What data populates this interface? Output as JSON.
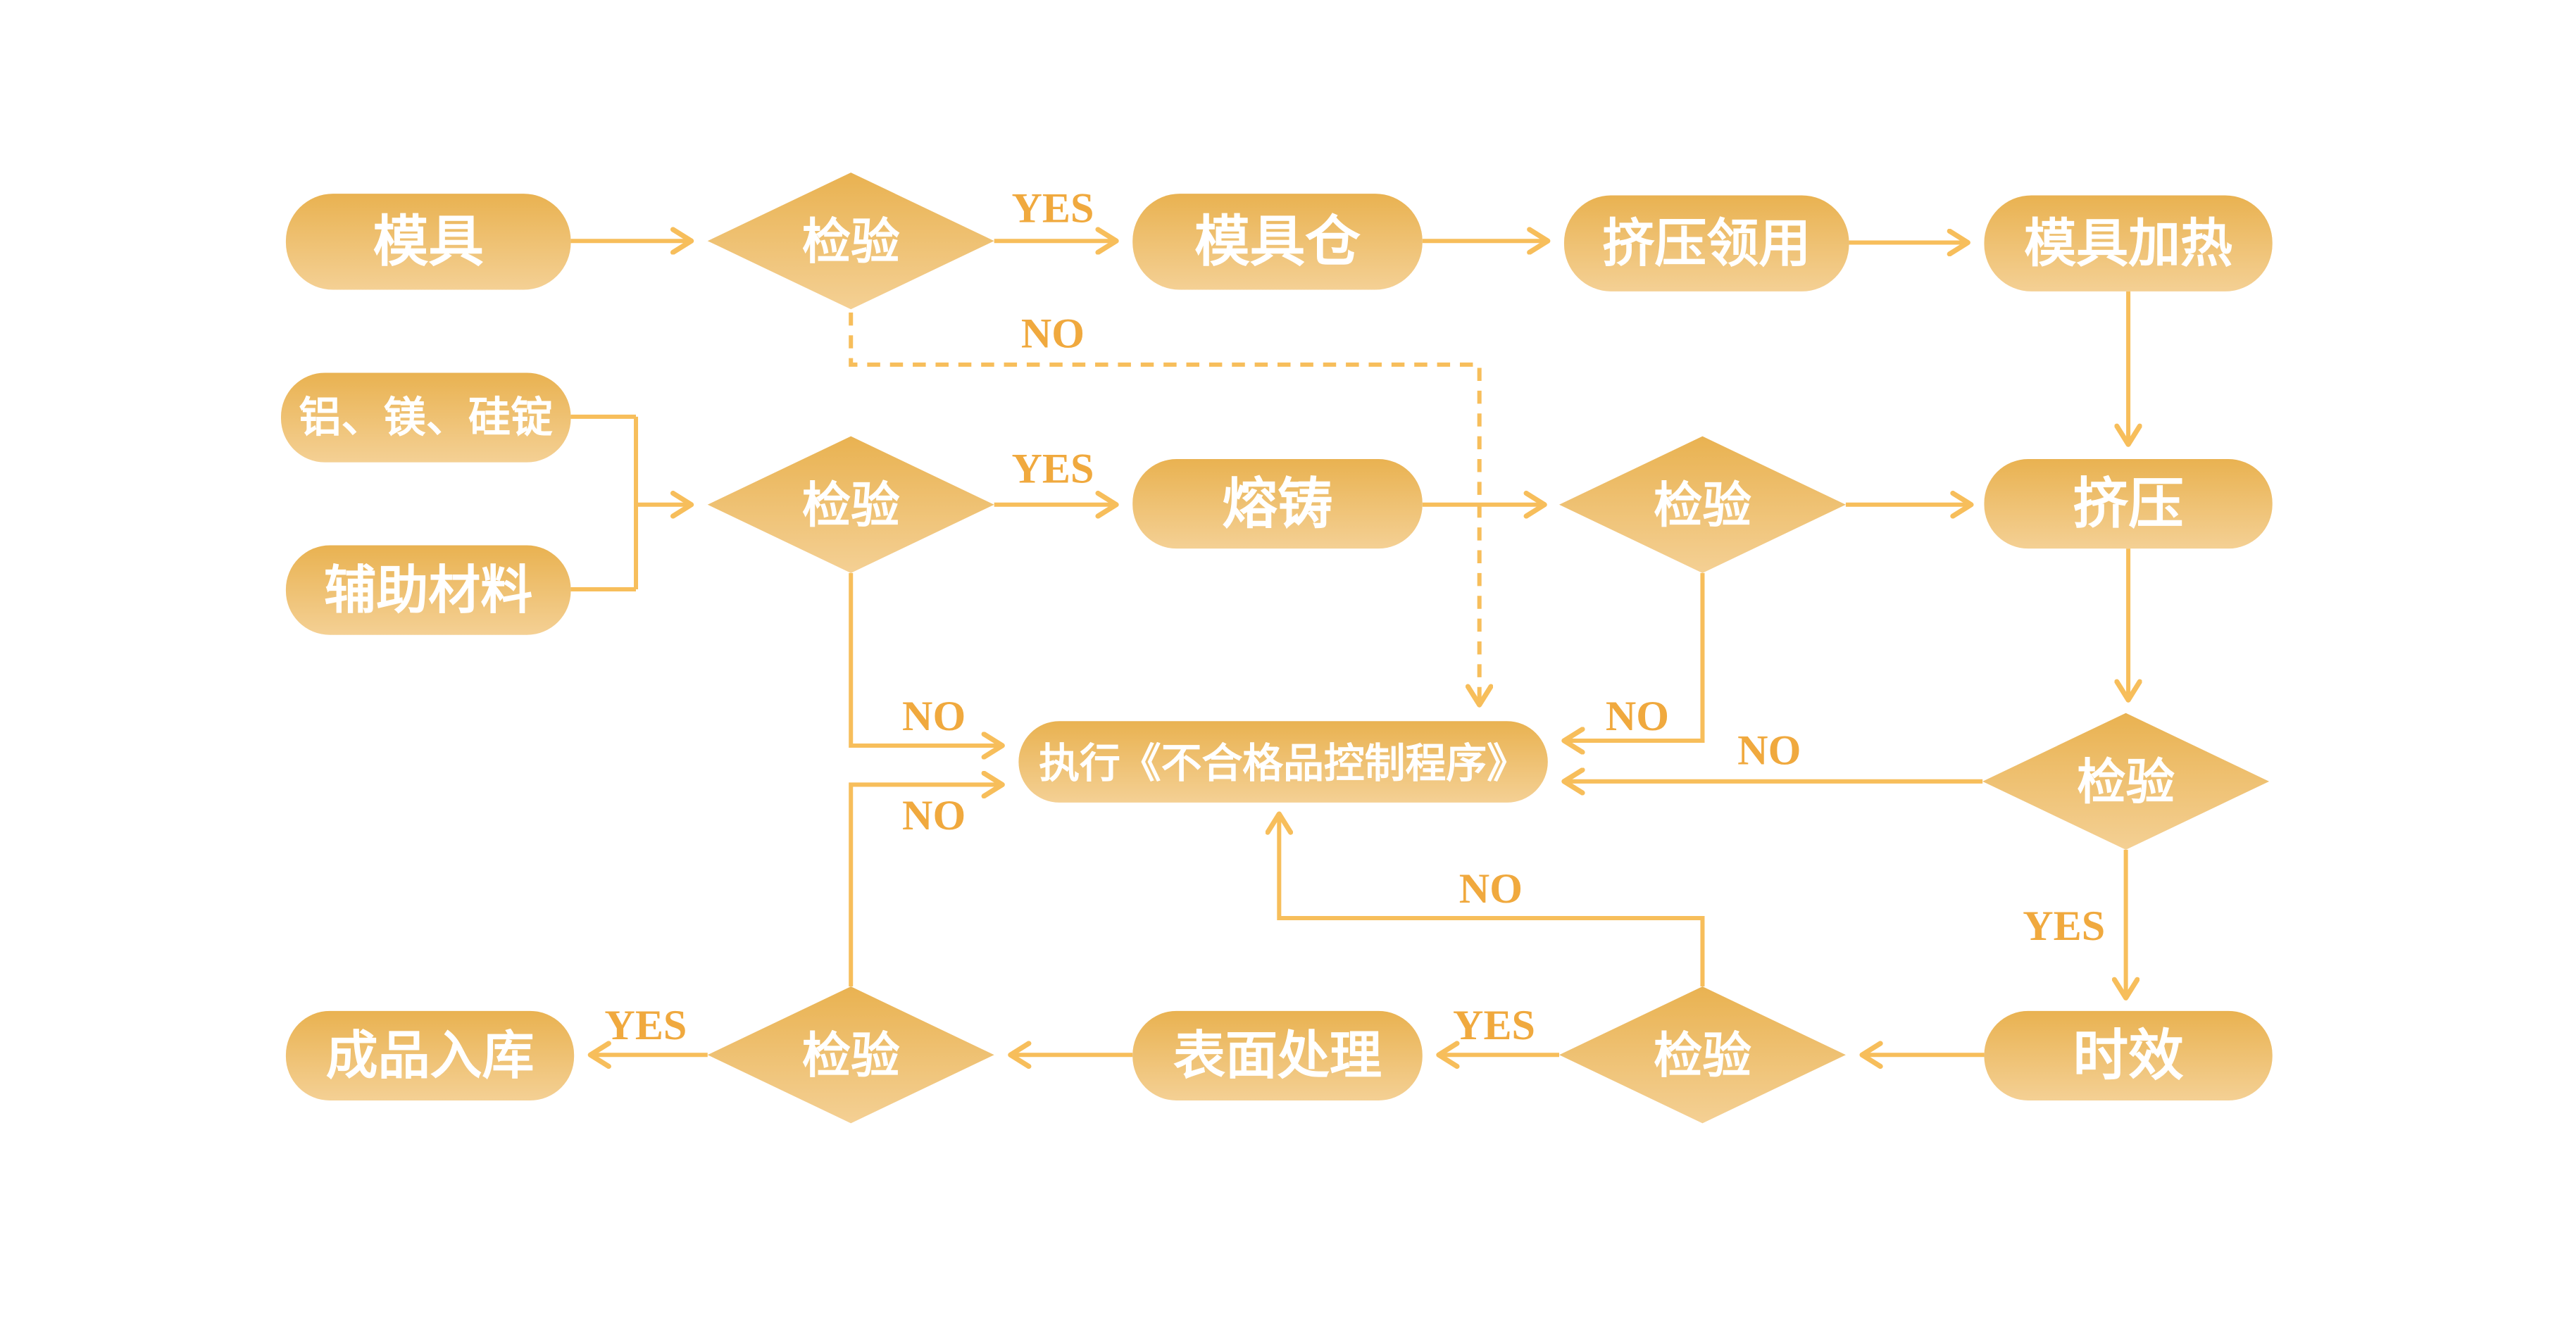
{
  "diagram": {
    "type": "flowchart",
    "background": "#ffffff",
    "colors": {
      "node_gradient_top": "#E9B251",
      "node_gradient_bottom": "#F4D094",
      "connector": "#F7BE5B",
      "edge_label_text": "#F0A93E",
      "node_text": "#FFFFFF"
    },
    "nodes": {
      "mold": {
        "shape": "rounded-rect",
        "label": "模具"
      },
      "inspect1": {
        "shape": "diamond",
        "label": "检验"
      },
      "mold_store": {
        "shape": "rounded-rect",
        "label": "模具仓"
      },
      "extrusion_pickup": {
        "shape": "rounded-rect",
        "label": "挤压领用"
      },
      "mold_heating": {
        "shape": "rounded-rect",
        "label": "模具加热"
      },
      "ingots": {
        "shape": "rounded-rect",
        "label": "铝、镁、硅锭"
      },
      "aux_materials": {
        "shape": "rounded-rect",
        "label": "辅助材料"
      },
      "inspect2": {
        "shape": "diamond",
        "label": "检验"
      },
      "melting_casting": {
        "shape": "rounded-rect",
        "label": "熔铸"
      },
      "inspect3": {
        "shape": "diamond",
        "label": "检验"
      },
      "extrusion": {
        "shape": "rounded-rect",
        "label": "挤压"
      },
      "control_program": {
        "shape": "rounded-rect",
        "label": "执行《不合格品控制程序》"
      },
      "inspect4": {
        "shape": "diamond",
        "label": "检验"
      },
      "aging": {
        "shape": "rounded-rect",
        "label": "时效"
      },
      "inspect5": {
        "shape": "diamond",
        "label": "检验"
      },
      "surface_treatment": {
        "shape": "rounded-rect",
        "label": "表面处理"
      },
      "inspect6": {
        "shape": "diamond",
        "label": "检验"
      },
      "finished_goods": {
        "shape": "rounded-rect",
        "label": "成品入库"
      }
    },
    "edge_labels": {
      "yes1": "YES",
      "no1": "NO",
      "yes2": "YES",
      "no2": "NO",
      "no3": "NO",
      "no4": "NO",
      "yes4": "YES",
      "no5": "NO",
      "yes5": "YES",
      "no6": "NO",
      "yes6": "YES"
    }
  }
}
